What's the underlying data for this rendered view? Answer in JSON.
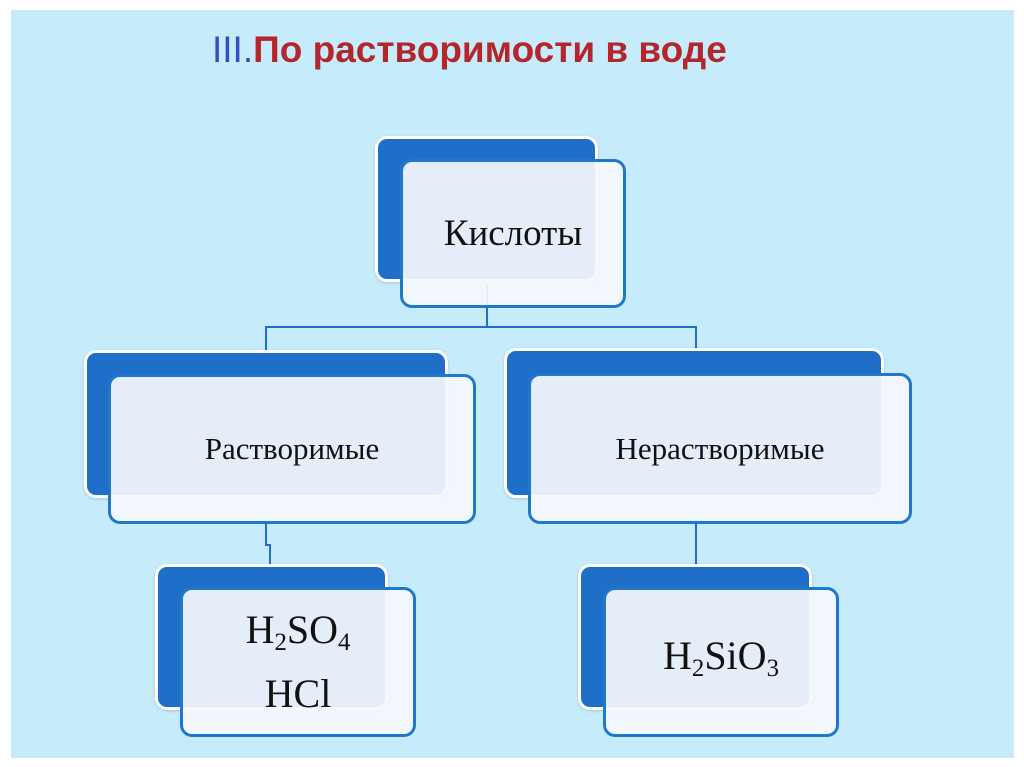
{
  "title": {
    "number": "III.",
    "text": "По растворимости в воде",
    "number_color": "#2f4fc4",
    "text_color": "#b3262b"
  },
  "colors": {
    "background": "#c6ecfb",
    "block_back": "#1f6fc9",
    "block_border": "#1f78c8",
    "connector": "#1f6fc9"
  },
  "root": {
    "label": "Кислоты"
  },
  "branches": [
    {
      "label": "Растворимые",
      "formulas": [
        {
          "parts": [
            {
              "t": "H"
            },
            {
              "s": "2"
            },
            {
              "t": "SO"
            },
            {
              "s": "4"
            }
          ]
        },
        {
          "parts": [
            {
              "t": "HCl"
            }
          ]
        }
      ]
    },
    {
      "label": "Нерастворимые",
      "formulas": [
        {
          "parts": [
            {
              "t": "H"
            },
            {
              "s": "2"
            },
            {
              "t": "SiO"
            },
            {
              "s": "3"
            }
          ]
        }
      ]
    }
  ]
}
